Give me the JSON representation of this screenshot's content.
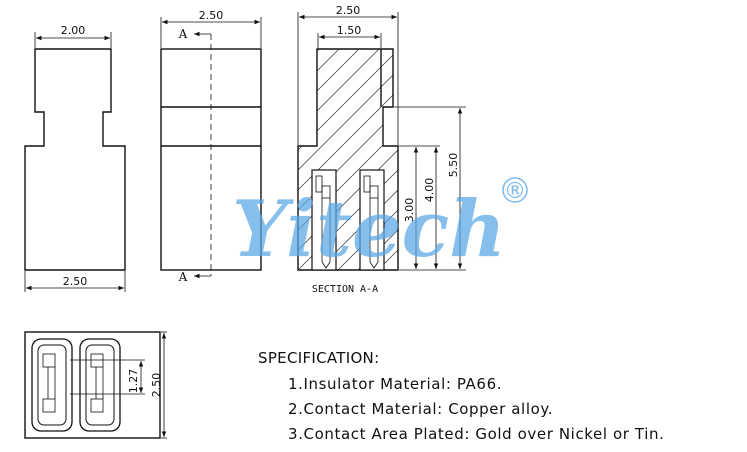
{
  "dimensions": {
    "front_top_width": "2.00",
    "front_bottom_width": "2.50",
    "side_width": "2.50",
    "section_width": "2.50",
    "section_inner_width": "1.50",
    "height_overall": "5.50",
    "height_contact": "4.00",
    "height_cavity": "3.00",
    "pitch": "1.27",
    "bottom_width": "2.50"
  },
  "section_markers": {
    "top": "A",
    "bottom": "A"
  },
  "section_label": "SECTION  A-A",
  "watermark": {
    "text": "Yitech",
    "mark": "®"
  },
  "specification": {
    "title": "SPECIFICATION:",
    "lines": [
      "1.Insulator Material: PA66.",
      "2.Contact Material: Copper alloy.",
      "3.Contact Area Plated: Gold over Nickel or Tin."
    ]
  },
  "colors": {
    "line": "#111111",
    "watermark": "#5aa7e6"
  }
}
